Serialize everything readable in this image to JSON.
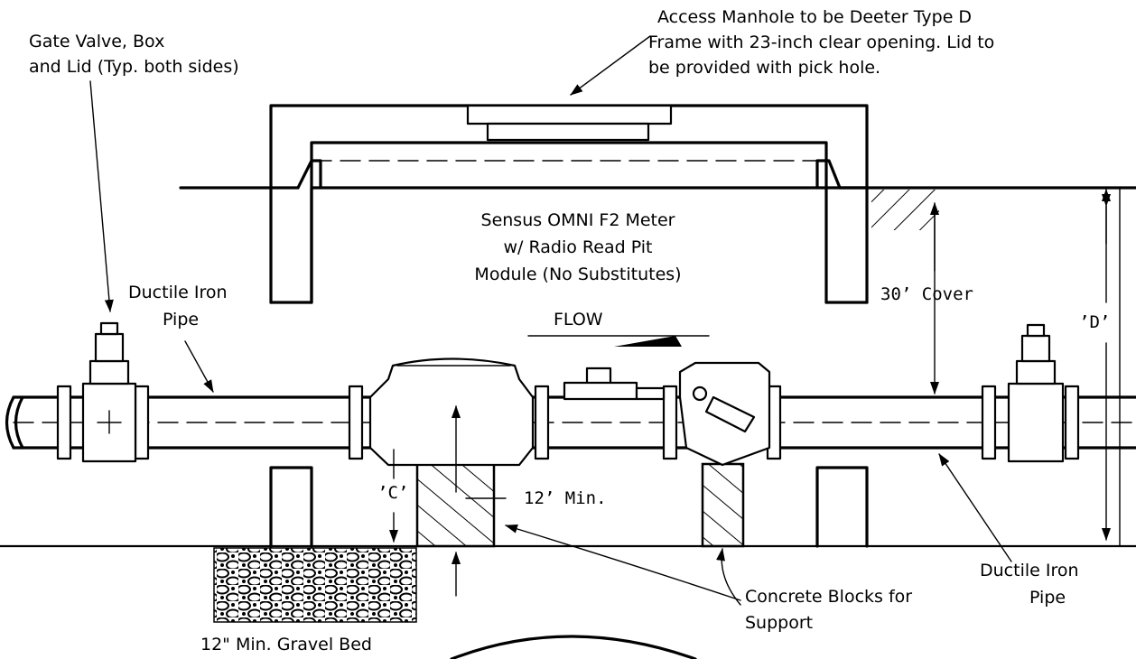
{
  "labels": {
    "gate_valve_line1": "Gate Valve, Box",
    "gate_valve_line2": "and Lid (Typ. both sides)",
    "manhole_line1": "Access Manhole to be Deeter Type D",
    "manhole_line2": "Frame with 23-inch clear opening. Lid to",
    "manhole_line3": "be provided with pick hole.",
    "meter_line1": "Sensus OMNI F2 Meter",
    "meter_line2": "w/ Radio Read Pit",
    "meter_line3": "Module (No Substitutes)",
    "flow": "FLOW",
    "pipe_left_line1": "Ductile Iron",
    "pipe_left_line2": "Pipe",
    "cover": "30’ Cover",
    "dim_d": "’D’",
    "dim_c": "’C’",
    "min_12": "12’ Min.",
    "concrete_line1": "Concrete Blocks for",
    "concrete_line2": "Support",
    "pipe_right_line1": "Ductile Iron",
    "pipe_right_line2": "Pipe",
    "gravel": "12\" Min. Gravel Bed"
  }
}
